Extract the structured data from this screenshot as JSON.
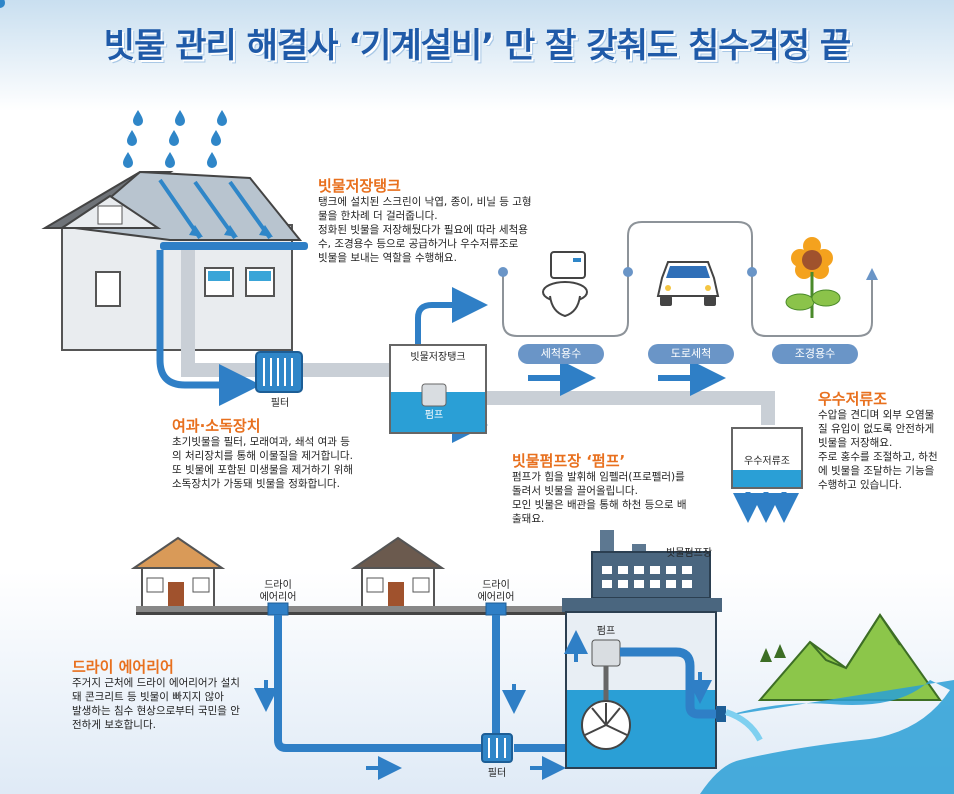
{
  "title": "빗물 관리 해결사 ‘기계설비’ 만 잘 갖춰도 침수걱정 끝",
  "storage_tank": {
    "heading": "빗물저장탱크",
    "body": "탱크에 설치된 스크린이 낙엽, 종이, 비닐 등 고형\n물을 한차례 더 걸러줍니다.\n정화된 빗물을 저장해뒀다가 필요에 따라 세척용\n수, 조경용수 등으로 공급하거나 우수저류조로\n빗물을 보내는 역할을 수행해요.",
    "tank_label": "빗물저장탱크",
    "pump_label": "펌프"
  },
  "uses": {
    "items": [
      "세척용수",
      "도로세척",
      "조경용수"
    ]
  },
  "filter": {
    "heading": "여과·소독장치",
    "body": "초기빗물을 필터, 모래여과, 쇄석 여과 등\n의 처리장치를 통해 이물질을 제거합니다.\n또 빗물에 포함된 미생물을 제거하기 위해\n소독장치가 가동돼 빗물을 정화합니다.",
    "filter_label": "필터"
  },
  "detention": {
    "heading": "우수저류조",
    "body": "수압을 견디며 외부 오염물\n질 유입이 없도록 안전하게\n빗물을 저장해요.\n주로 홍수를 조절하고, 하천\n에 빗물을 조달하는 기능을\n수행하고 있습니다.",
    "tank_label": "우수저류조"
  },
  "pump_station": {
    "heading": "빗물펌프장 ‘펌프’",
    "body": "펌프가 힘을 발휘해 임펠러(프로펠러)를\n돌려서 빗물을 끌어올립니다.\n모인 빗물은 배관을 통해 하천 등으로 배\n출돼요.",
    "building_label": "빗물펌프장",
    "pump_label": "펌프"
  },
  "dry_area": {
    "heading": "드라이 에어리어",
    "body": "주거지 근처에 드라이 에어리어가 설치\n돼 콘크리트 등 빗물이 빠지지 않아\n발생하는 침수 현상으로부터 국민을 안\n전하게 보호합니다.",
    "label_1": "드라이\n에어리어",
    "label_2": "드라이\n에어리어",
    "filter_label": "필터"
  },
  "colors": {
    "title_blue": "#1f5aa8",
    "heading_orange": "#e8701e",
    "pipe_blue": "#2f7fc6",
    "pipe_grey": "#c9cfd6",
    "water": "#2a9fd6",
    "pill": "#6a95c7"
  }
}
